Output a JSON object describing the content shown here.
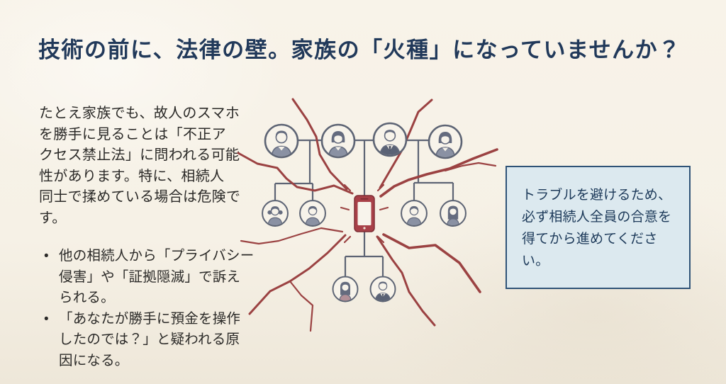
{
  "header": {
    "title": "技術の前に、法律の壁。家族の「火種」になっていませんか？"
  },
  "left_panel": {
    "paragraph": "たとえ家族でも、故人のスマホ\nを勝手に見ることは「不正ア\nクセス禁止法」に問われる可能\n性があります。特に、相続人\n同士で揉めている場合は危険で\nす。",
    "bullets": [
      {
        "marker": "•",
        "text": "他の相続人から「プライバシー\n侵害」や「証拠隠滅」で訴え\nられる。"
      },
      {
        "marker": "•",
        "text": "「あなたが勝手に預金を操作\nしたのでは？」と疑われる原\n因になる。"
      }
    ]
  },
  "callout": {
    "text": "トラブルを避けるため、\n必ず相続人全員の合意を\n得てから進めてくださ\nい。"
  },
  "illustration": {
    "type": "family-tree-with-cracks",
    "center_icon": "smartphone-icon",
    "avatar_icons": [
      "elder-man-icon",
      "elder-woman-icon",
      "father-suit-icon",
      "mother-icon",
      "girl-pigtails-icon",
      "boy-icon",
      "boy-icon",
      "girl-long-hair-icon",
      "woman-long-hair-icon",
      "man-suit-icon"
    ],
    "crack_motif": "red-crack-lines"
  },
  "colors": {
    "page-bg": "#f6f1e6",
    "title-navy": "#21395a",
    "body-text": "#2b2a28",
    "box-bg": "#dce9ef",
    "box-border": "#2f5377",
    "box-text": "#1d3a5a",
    "crack-red": "#9b4242",
    "tree-line": "#5d6474",
    "avatar-outline": "#5d6474",
    "avatar-fill": "#f7f3ea",
    "person-dark": "#646b7e",
    "person-mid": "#8a91a3",
    "suit": "#5a6275",
    "tie": "#3d4458",
    "mauve": "#b18f97",
    "phone-body": "#a84048",
    "phone-edge": "#7e2e35",
    "phone-screen": "#f8f4ec"
  }
}
